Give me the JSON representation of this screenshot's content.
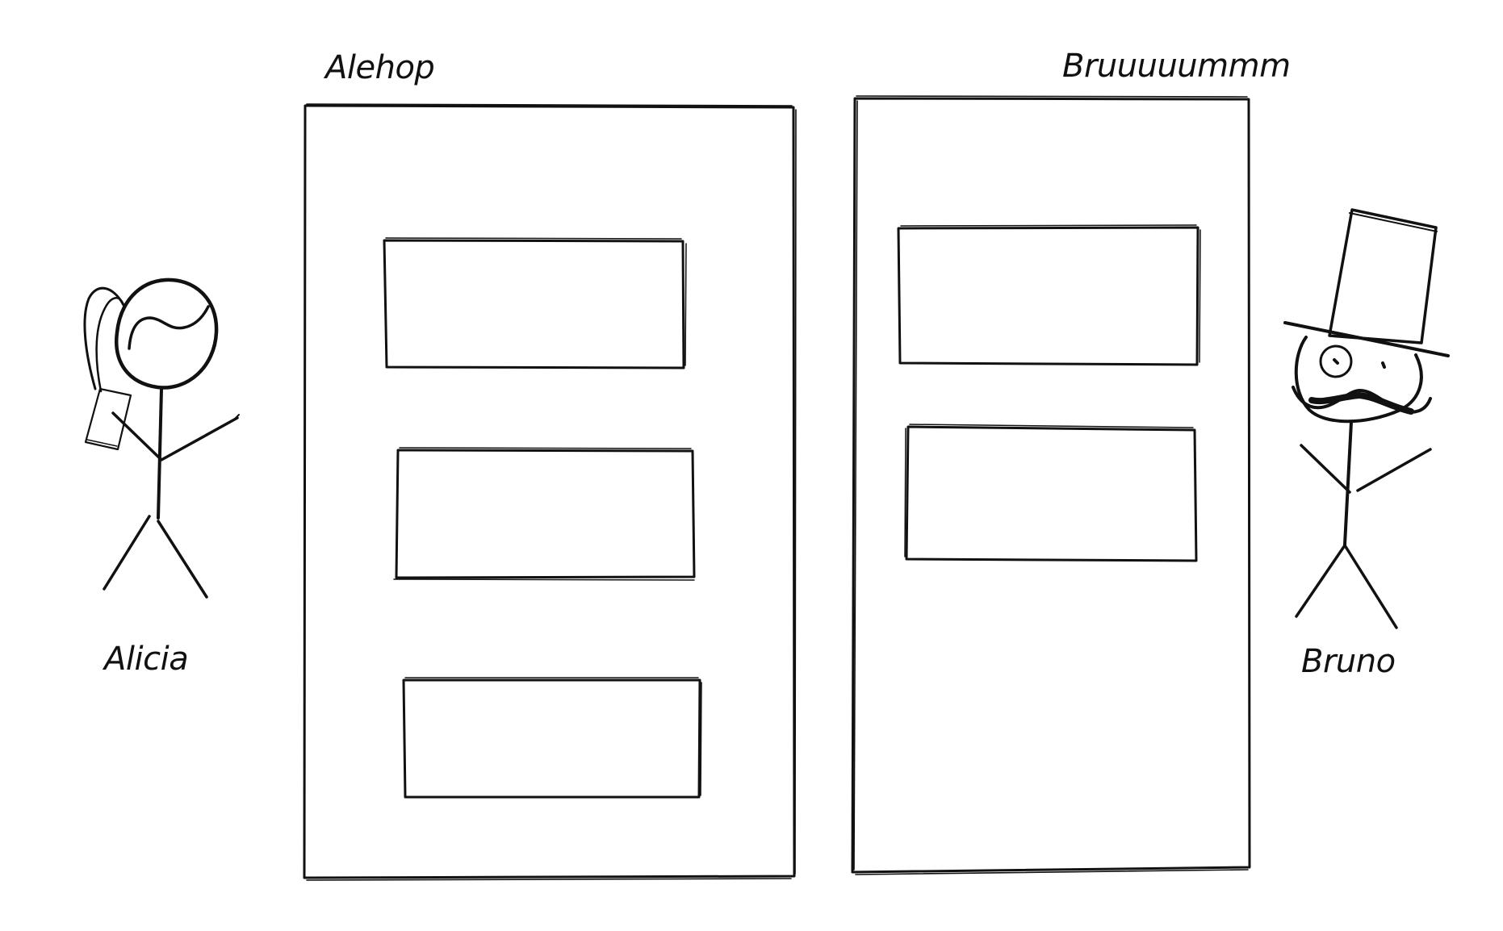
{
  "columns": [
    {
      "title": "Alehop",
      "card_count": 3
    },
    {
      "title": "Bruuuuummm",
      "card_count": 2
    }
  ],
  "people": [
    {
      "name": "Alicia",
      "icon": "stick-figure-with-ponytail-and-phone-icon"
    },
    {
      "name": "Bruno",
      "icon": "stick-figure-with-top-hat-monocle-mustache-icon"
    }
  ],
  "colors": {
    "ink": "#111111",
    "background": "#ffffff"
  }
}
